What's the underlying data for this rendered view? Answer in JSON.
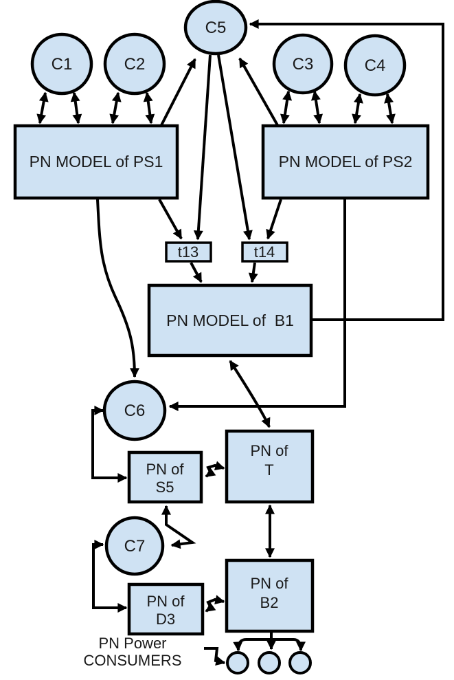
{
  "diagram": {
    "nodes": {
      "c1": {
        "label": "C1"
      },
      "c2": {
        "label": "C2"
      },
      "c3": {
        "label": "C3"
      },
      "c4": {
        "label": "C4"
      },
      "c5": {
        "label": "C5"
      },
      "c6": {
        "label": "C6"
      },
      "c7": {
        "label": "C7"
      },
      "ps1": {
        "label": "PN MODEL of PS1"
      },
      "ps2": {
        "label": "PN MODEL of PS2"
      },
      "b1": {
        "label": "PN MODEL of  B1"
      },
      "t13": {
        "label": "t13"
      },
      "t14": {
        "label": "t14"
      },
      "s5": {
        "line1": "PN of",
        "line2": "S5"
      },
      "t": {
        "line1": "PN of",
        "line2": "T"
      },
      "d3": {
        "line1": "PN of",
        "line2": "D3"
      },
      "b2": {
        "line1": "PN of",
        "line2": "B2"
      }
    },
    "caption": {
      "line1": "PN Power",
      "line2": "CONSUMERS"
    },
    "colors": {
      "node_fill": "#cfe2f3",
      "line": "#000000",
      "text": "#1a1a1a",
      "background": "#ffffff"
    }
  }
}
